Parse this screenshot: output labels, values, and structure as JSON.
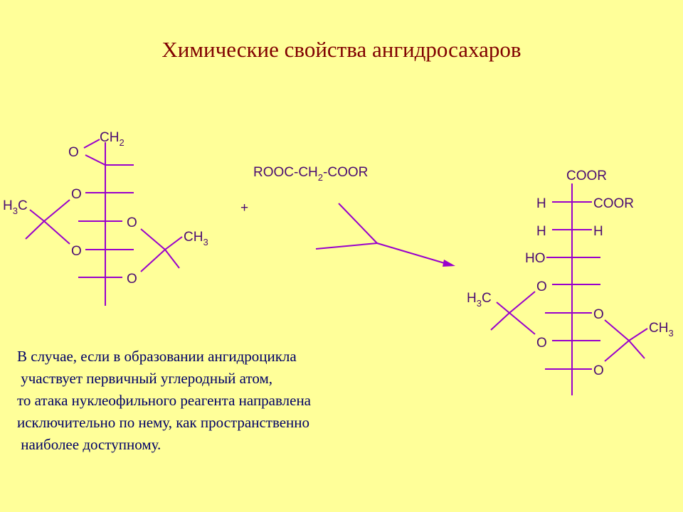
{
  "title": "Химические свойства ангидросахаров",
  "reactant": {
    "o_epoxide": "O",
    "ch2": {
      "main": "CH",
      "sub": "2"
    },
    "o_ring1_top": "O",
    "h3c": {
      "h": "H",
      "sub": "3",
      "c": "C"
    },
    "o_ring1_bottom": "O",
    "o_ring2_top": "O",
    "ch3": {
      "main": "CH",
      "sub": "3"
    },
    "o_ring2_bottom": "O"
  },
  "reagent": {
    "plus": "+",
    "part1": "ROOC-CH",
    "sub": "2",
    "part2": "-COOR"
  },
  "product": {
    "coor_top": "COOR",
    "h_left": "H",
    "coor_right": "COOR",
    "h_left2": "H",
    "h_right2": "H",
    "ho": "HO",
    "o1": "O",
    "h3c": {
      "h": "H",
      "sub": "3",
      "c": "C"
    },
    "o2": "O",
    "o3": "O",
    "ch3": {
      "main": "CH",
      "sub": "3"
    },
    "o4": "O"
  },
  "body_lines": [
    "В случае, если в образовании ангидроцикла",
    " участвует первичный углеродный атом,",
    "то атака нуклеофильного реагента направлена",
    "исключительно по нему, как пространственно",
    " наиболее доступному."
  ],
  "colors": {
    "background": "#ffff99",
    "title": "#800000",
    "bonds": "#9900cc",
    "chem_text": "#4b0c72",
    "body_text": "#000066"
  }
}
